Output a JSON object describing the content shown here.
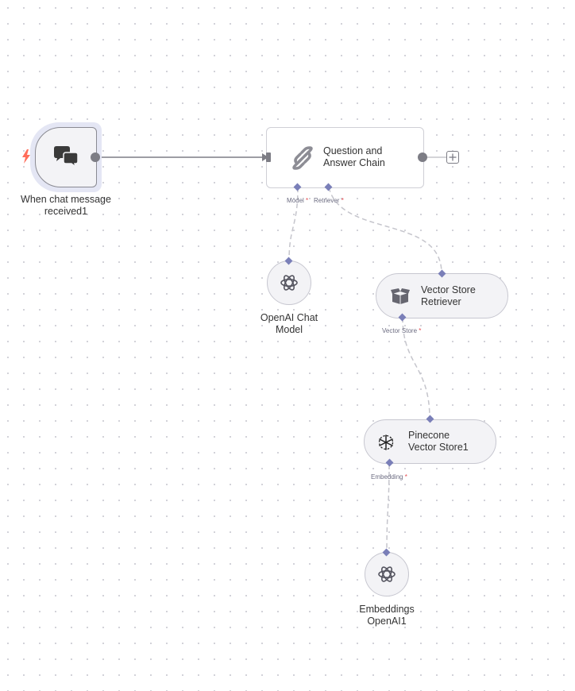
{
  "nodes": {
    "chat_trigger": {
      "label_line1": "When chat message",
      "label_line2": "received1",
      "icon": "chat-bubbles-icon",
      "trigger_icon": "lightning-bolt-icon"
    },
    "qa_chain": {
      "label_line1": "Question and",
      "label_line2": "Answer Chain",
      "icon": "link-chain-icon",
      "add_icon": "plus-icon"
    },
    "openai_chat": {
      "label_line1": "OpenAI Chat",
      "label_line2": "Model",
      "icon": "openai-icon"
    },
    "vector_retriever": {
      "label_line1": "Vector Store",
      "label_line2": "Retriever",
      "icon": "box-icon"
    },
    "pinecone": {
      "label_line1": "Pinecone",
      "label_line2": "Vector Store1",
      "icon": "pinecone-icon"
    },
    "embeddings": {
      "label_line1": "Embeddings",
      "label_line2": "OpenAI1",
      "icon": "openai-icon"
    }
  },
  "ports": {
    "model": "Model",
    "retriever": "Retriever",
    "vector_store": "Vector Store",
    "embedding": "Embedding",
    "required_marker": "*"
  },
  "colors": {
    "accent_port": "#7a7fb8",
    "trigger": "#ff6d5a",
    "node_bg": "#f3f3f6",
    "node_border": "#c7c7d0",
    "edge_main": "#7d7d85",
    "edge_sub": "#c5c5cc"
  }
}
